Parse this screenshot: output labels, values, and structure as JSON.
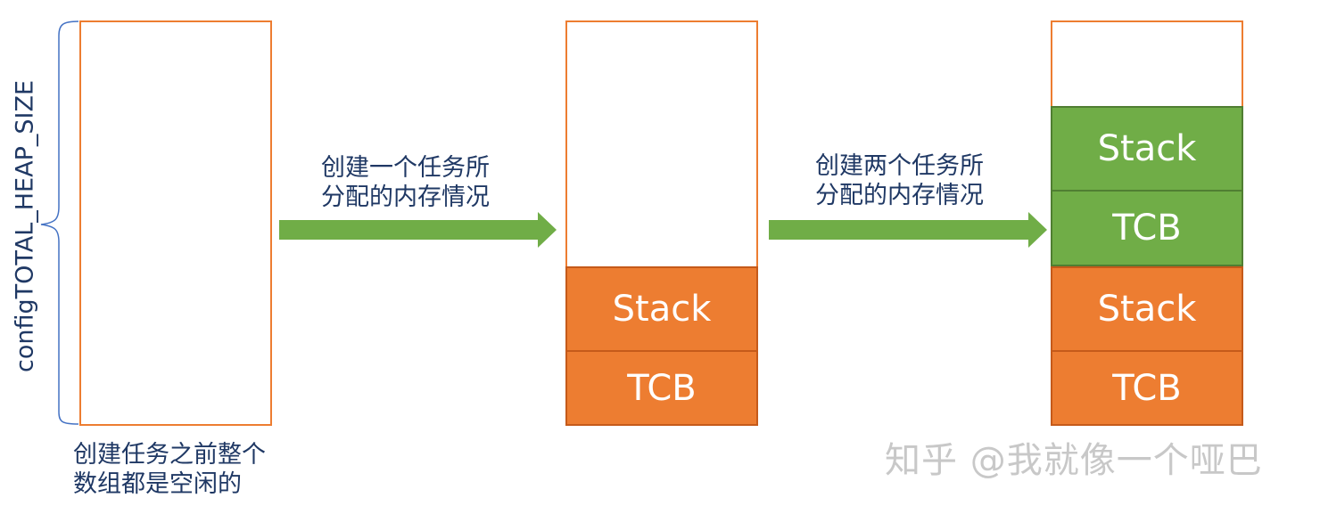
{
  "axis_label": "configTOTAL_HEAP_SIZE",
  "captions": {
    "before": [
      "创建任务之前整个",
      "数组都是空闲的"
    ],
    "one_task": [
      "创建一个任务所",
      "分配的内存情况"
    ],
    "two_tasks": [
      "创建两个任务所",
      "分配的内存情况"
    ]
  },
  "blocks": {
    "stack": "Stack",
    "tcb": "TCB"
  },
  "watermark": "知乎 @我就像一个哑巴",
  "colors": {
    "task1_fill": "#ED7D31",
    "task2_fill": "#70AD47",
    "arrow": "#70AD47",
    "heap_border": "#ED7D31",
    "text": "#1F3864"
  }
}
